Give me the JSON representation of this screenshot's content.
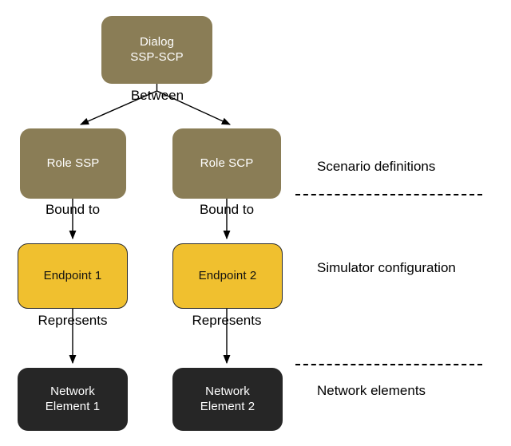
{
  "diagram": {
    "type": "flow-diagram",
    "title_text": "",
    "colors": {
      "olive": "#8a7d56",
      "yellow": "#f0c02f",
      "dark": "#262626",
      "stroke": "#000000",
      "background": "#ffffff"
    },
    "nodes": [
      {
        "id": "dialog",
        "label": "Dialog\nSSP-SCP",
        "style": "olive"
      },
      {
        "id": "role_ssp",
        "label": "Role SSP",
        "style": "olive"
      },
      {
        "id": "role_scp",
        "label": "Role SCP",
        "style": "olive"
      },
      {
        "id": "endpoint_1",
        "label": "Endpoint 1",
        "style": "yellow"
      },
      {
        "id": "endpoint_2",
        "label": "Endpoint 2",
        "style": "yellow"
      },
      {
        "id": "network_element_1",
        "label": "Network\nElement 1",
        "style": "dark"
      },
      {
        "id": "network_element_2",
        "label": "Network\nElement 2",
        "style": "dark"
      }
    ],
    "edges": [
      {
        "id": "between",
        "from": "dialog",
        "to": "role_ssp",
        "label": "Between"
      },
      {
        "id": "between_right",
        "from": "dialog",
        "to": "role_scp",
        "label": ""
      },
      {
        "id": "bound_to_1",
        "from": "role_ssp",
        "to": "endpoint_1",
        "label": "Bound to"
      },
      {
        "id": "bound_to_2",
        "from": "role_scp",
        "to": "endpoint_2",
        "label": "Bound to"
      },
      {
        "id": "represents_1",
        "from": "endpoint_1",
        "to": "network_element_1",
        "label": "Represents"
      },
      {
        "id": "represents_2",
        "from": "endpoint_2",
        "to": "network_element_2",
        "label": "Represents"
      }
    ],
    "bands": [
      {
        "id": "scenario",
        "label": "Scenario definitions"
      },
      {
        "id": "simulator",
        "label": "Simulator configuration"
      },
      {
        "id": "network",
        "label": "Network elements"
      }
    ]
  }
}
